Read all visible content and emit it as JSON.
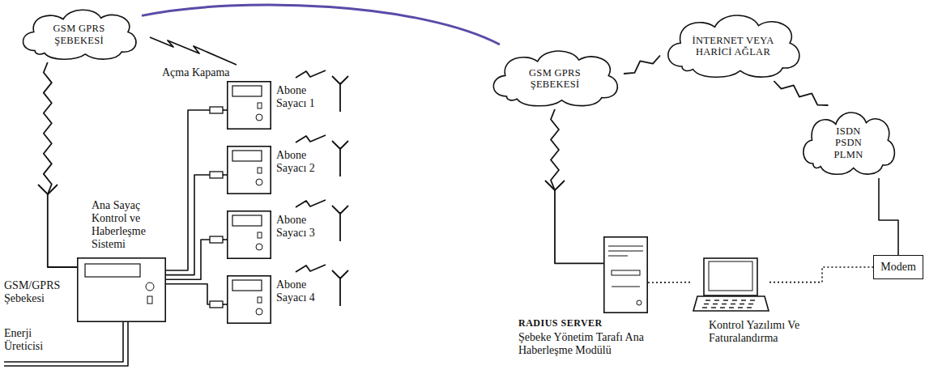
{
  "diagram": {
    "nodes": [
      {
        "text": [
          "GSM GPRS ŞEBEKESİ"
        ]
      },
      {
        "text": [
          "Ana Sayaç Kontrol ve Haberleşme Sistemi"
        ]
      },
      {
        "text": [
          "Abone Sayacı 1"
        ]
      },
      {
        "text": [
          "Abone Sayacı 2"
        ]
      },
      {
        "text": [
          "Abone Sayacı 3"
        ]
      },
      {
        "text": [
          "Abone Sayacı 4"
        ]
      },
      {
        "text": [
          "GSM GPRS ŞEBEKESİ"
        ]
      },
      {
        "text": [
          "İNTERNET VEYA HARİCİ AĞLAR"
        ]
      },
      {
        "text": [
          "ISDN PSDN PLMN"
        ]
      },
      {
        "text": [
          "RADIUS SERVER",
          "Şebeke Yönetim Tarafı Ana Haberleşme Modülü"
        ]
      },
      {
        "text": [
          "Kontrol Yazılımı Ve Faturalandırma"
        ]
      },
      {
        "text": [
          "Modem"
        ]
      }
    ],
    "edges": [
      {
        "from": 0,
        "to": 1,
        "arrow": "none"
      },
      {
        "from": 1,
        "to": 2,
        "arrow": "none"
      },
      {
        "from": 1,
        "to": 3,
        "arrow": "none"
      },
      {
        "from": 1,
        "to": 4,
        "arrow": "none"
      },
      {
        "from": 1,
        "to": 5,
        "arrow": "none"
      },
      {
        "from": 0,
        "to": 6,
        "arrow": "none"
      },
      {
        "from": 6,
        "to": 7,
        "arrow": "none"
      },
      {
        "from": 7,
        "to": 8,
        "arrow": "none"
      },
      {
        "from": 6,
        "to": 9,
        "arrow": "none"
      },
      {
        "from": 9,
        "to": 10,
        "arrow": "none"
      },
      {
        "from": 10,
        "to": 11,
        "arrow": "none"
      },
      {
        "from": 8,
        "to": 11,
        "arrow": "none"
      }
    ],
    "labels": [
      "Açma Kapama",
      "GSM/GPRS Şebekesi",
      "Enerji Üreticisi"
    ]
  }
}
